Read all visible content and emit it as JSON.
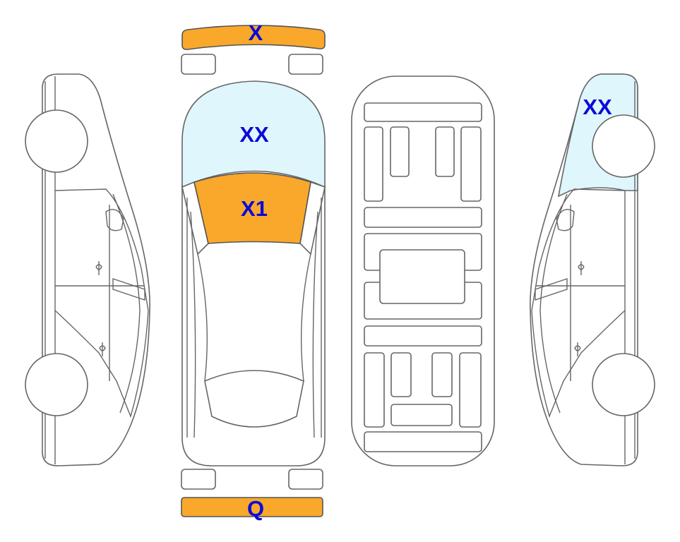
{
  "diagram": {
    "colors": {
      "damaged": "#F9A82B",
      "marked": "#DFF6FD",
      "label": "#0A0AD8",
      "outline": "#666666"
    },
    "views": [
      {
        "name": "left-side-view"
      },
      {
        "name": "top-view"
      },
      {
        "name": "underside-view"
      },
      {
        "name": "right-side-view"
      }
    ],
    "labels": {
      "front_bumper": "X",
      "hood": "XX",
      "windshield": "X1",
      "right_front_fender": "XX",
      "rear_bumper": "Q"
    }
  }
}
